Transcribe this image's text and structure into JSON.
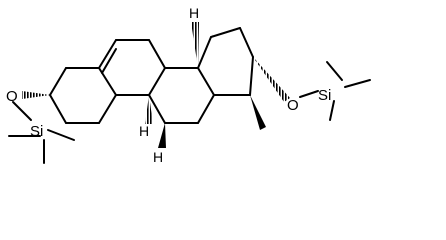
{
  "molecule": {
    "atoms": {
      "o_left": "O",
      "si_left": "Si",
      "o_right": "O",
      "si_right": "Si",
      "h_c9": "H",
      "h_c14": "H",
      "h_c8": "H"
    }
  }
}
